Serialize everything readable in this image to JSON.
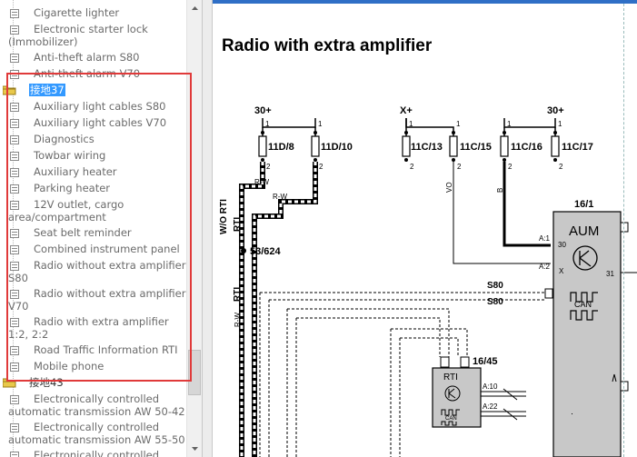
{
  "tree": {
    "items": [
      {
        "label": "Cigarette lighter",
        "wrap": ""
      },
      {
        "label": "Electronic starter lock",
        "wrap": "(Immobilizer)"
      },
      {
        "label": "Anti-theft alarm S80",
        "wrap": ""
      },
      {
        "label": "Anti-theft alarm V70",
        "wrap": ""
      },
      {
        "label": "接地37",
        "wrap": "",
        "folder": true,
        "selected": true
      },
      {
        "label": "Auxiliary light cables S80",
        "wrap": ""
      },
      {
        "label": "Auxiliary light cables V70",
        "wrap": ""
      },
      {
        "label": "Diagnostics",
        "wrap": ""
      },
      {
        "label": "Towbar wiring",
        "wrap": ""
      },
      {
        "label": "Auxiliary heater",
        "wrap": ""
      },
      {
        "label": "Parking heater",
        "wrap": ""
      },
      {
        "label": "12V outlet, cargo",
        "wrap": "area/compartment"
      },
      {
        "label": "Seat belt reminder",
        "wrap": ""
      },
      {
        "label": "Combined instrument panel",
        "wrap": ""
      },
      {
        "label": "Radio without extra amplifier",
        "wrap": "S80"
      },
      {
        "label": "Radio without extra amplifier",
        "wrap": "V70"
      },
      {
        "label": "Radio with extra amplifier",
        "wrap": "1:2, 2:2"
      },
      {
        "label": "Road Traffic Information RTI",
        "wrap": ""
      },
      {
        "label": "Mobile phone",
        "wrap": ""
      },
      {
        "label": "接地43",
        "wrap": "",
        "folder": true
      },
      {
        "label": "Electronically controlled",
        "wrap": "automatic transmission AW 50-42"
      },
      {
        "label": "Electronically controlled",
        "wrap": "automatic transmission AW 55-50"
      },
      {
        "label": "Electronically controlled",
        "wrap": ""
      }
    ]
  },
  "viewer": {
    "title": "Radio with extra amplifier"
  },
  "schematic": {
    "labels": {
      "v30a": "30+",
      "xplus": "X+",
      "v30b": "30+",
      "fuse1": "11D/8",
      "fuse2": "11D/10",
      "fuse3": "11C/13",
      "fuse4": "11C/15",
      "fuse5": "11C/16",
      "fuse6": "11C/17",
      "n1": "1",
      "n2": "2",
      "rw1": "R-W",
      "rw2": "R-W",
      "rw3": "R-W",
      "wo_rti": "W/O RTI",
      "rti1": "RTI",
      "rti2": "RTI",
      "vo": "VO",
      "b": "B",
      "splice": "53/624",
      "aum_id": "16/1",
      "aum": "AUM",
      "a1": "A:1",
      "p30": "30",
      "a2": "A:2",
      "px": "X",
      "p31": "31",
      "s80a": "S80",
      "s80b": "S80",
      "can1": "CAN",
      "rti_id": "16/45",
      "rti_box": "RTI",
      "can2": "CAN",
      "a10": "A:10",
      "a22": "A:22"
    }
  },
  "colors": {
    "accent": "#2f6fc6",
    "highlight": "#e03a3a",
    "selected": "#3399ff"
  }
}
